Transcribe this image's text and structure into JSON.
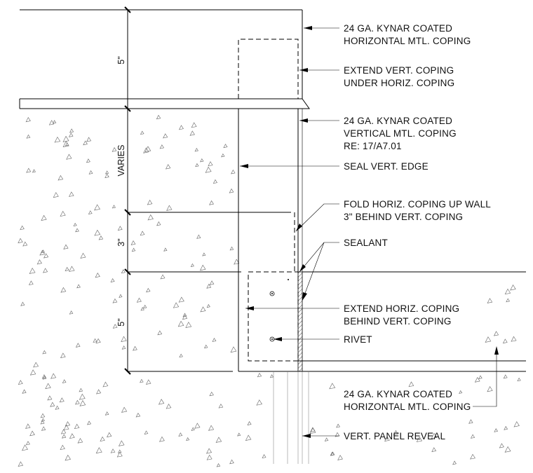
{
  "dimensions": [
    "5\"",
    "VARIES",
    "3\"",
    "5\""
  ],
  "notes": {
    "horiz_coping_top": [
      "24 GA. KYNAR COATED",
      "HORIZONTAL MTL. COPING"
    ],
    "extend_vert": [
      "EXTEND VERT. COPING",
      "UNDER HORIZ. COPING"
    ],
    "vert_coping": [
      "24 GA. KYNAR COATED",
      "VERTICAL MTL. COPING",
      "RE: 17/A7.01"
    ],
    "seal_edge": [
      "SEAL VERT. EDGE"
    ],
    "fold_horiz": [
      "FOLD HORIZ. COPING UP WALL",
      "3\" BEHIND VERT. COPING"
    ],
    "sealant": [
      "SEALANT"
    ],
    "extend_horiz": [
      "EXTEND HORIZ. COPING",
      "BEHIND VERT. COPING"
    ],
    "rivet": [
      "RIVET"
    ],
    "horiz_coping_bottom": [
      "24 GA. KYNAR COATED",
      "HORIZONTAL MTL. COPING"
    ],
    "panel_reveal": [
      "VERT. PANEL REVEAL"
    ]
  }
}
